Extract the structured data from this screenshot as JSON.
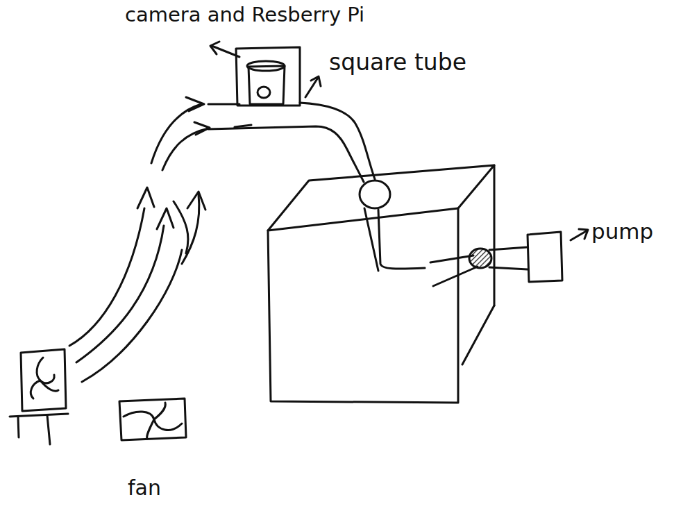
{
  "diagram": {
    "labels": [
      "camera and Resberry Pi",
      "square tube",
      "pump",
      "fan"
    ]
  }
}
